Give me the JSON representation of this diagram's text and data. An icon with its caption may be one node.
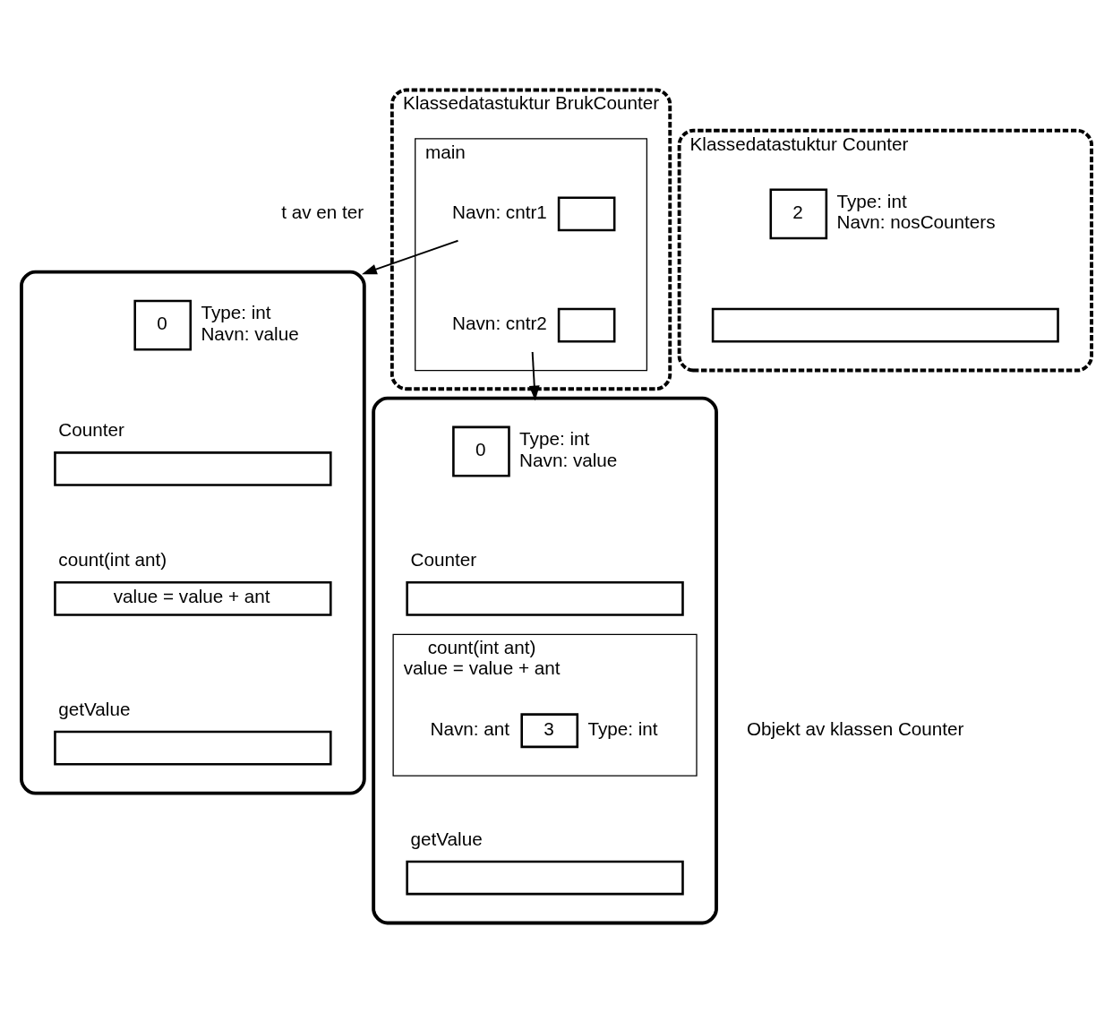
{
  "diagram": {
    "nodes": [
      {
        "text": [
          "Klassedatastuktur BrukCounter"
        ]
      },
      {
        "text": [
          "main"
        ],
        "in": 0
      },
      {
        "text": [],
        "shape": "box",
        "beside": [
          "Navn: cntr1"
        ],
        "in": 1
      },
      {
        "text": [],
        "shape": "box",
        "beside": [
          "Navn: cntr2"
        ],
        "in": 1
      },
      {
        "text": [
          "Klassedatastuktur Counter"
        ]
      },
      {
        "text": [
          "2"
        ],
        "beside": [
          "Type: int",
          "Navn: nosCounters"
        ],
        "in": 4
      },
      {
        "text": [],
        "shape": "box",
        "in": 4
      },
      {
        "text": [],
        "shape": "box"
      },
      {
        "text": [
          "0"
        ],
        "beside": [
          "Type: int",
          "Navn: value"
        ],
        "in": 7
      },
      {
        "text": [
          "Counter"
        ],
        "in": 7
      },
      {
        "text": [
          "count(int ant)",
          "value = value + ant"
        ],
        "in": 7
      },
      {
        "text": [
          "getValue"
        ],
        "in": 7
      },
      {
        "text": [],
        "shape": "box",
        "beside": [
          "Objekt av klassen Counter"
        ]
      },
      {
        "text": [
          "0"
        ],
        "beside": [
          "Type: int",
          "Navn: value"
        ],
        "in": 12
      },
      {
        "text": [
          "Counter"
        ],
        "in": 12
      },
      {
        "text": [
          "count(int ant)",
          "value = value + ant"
        ],
        "in": 12
      },
      {
        "text": [
          "3"
        ],
        "beside": [
          "Navn: ant",
          "Type: int"
        ],
        "in": 15
      },
      {
        "text": [
          "getValue"
        ],
        "in": 12
      }
    ],
    "edges": [
      {
        "from": 2,
        "to": 7,
        "arrow": "to"
      },
      {
        "from": 3,
        "to": 12,
        "arrow": "to"
      }
    ],
    "labels": [
      "t av en ter"
    ]
  }
}
